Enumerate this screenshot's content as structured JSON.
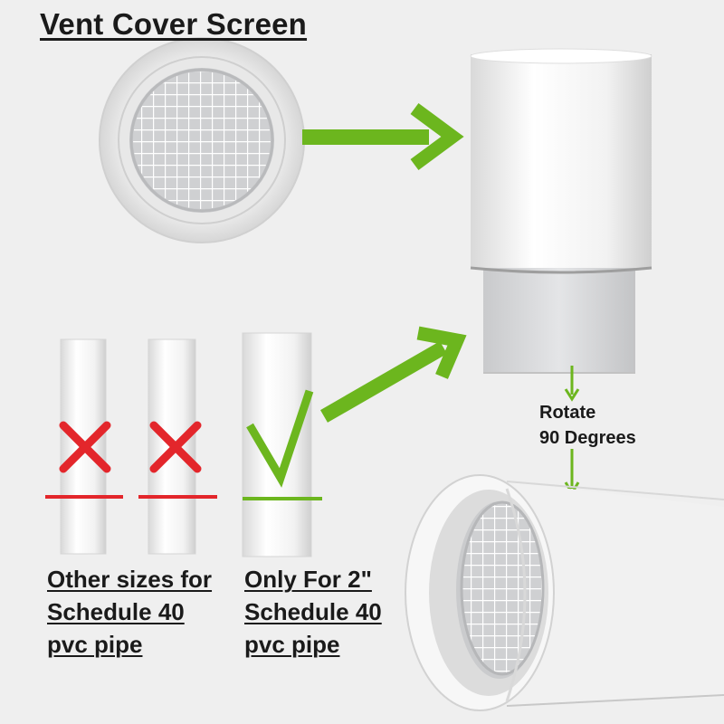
{
  "title": "Vent Cover Screen",
  "captions": {
    "other_sizes": [
      "Other sizes for",
      "Schedule 40",
      "pvc pipe"
    ],
    "only_for": [
      "Only For 2\"",
      "Schedule 40",
      "pvc pipe"
    ]
  },
  "rotate_note": [
    "Rotate",
    "90 Degrees"
  ],
  "icons": {
    "wrong": "cross-mark-icon",
    "right": "check-mark-icon",
    "arrow": "arrow-icon"
  },
  "colors": {
    "background": "#efefef",
    "wrong": "#e3262b",
    "right": "#6cb61e",
    "text": "#1a1a1a"
  }
}
